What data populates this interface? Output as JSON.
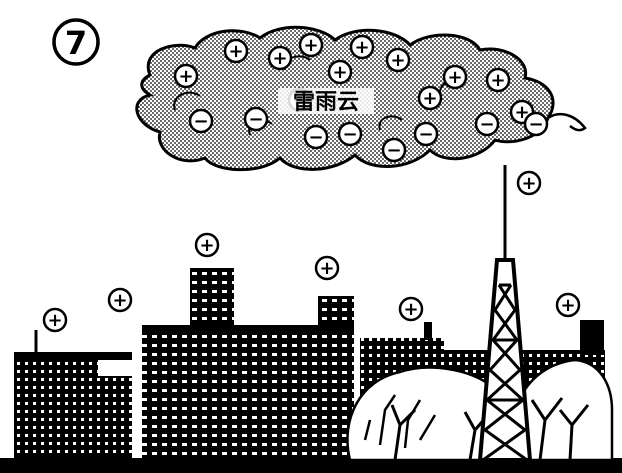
{
  "figure": {
    "number_label": "7",
    "cloud_label": "雷雨云",
    "plus_symbol": "+",
    "minus_symbol": "−"
  },
  "charges": {
    "cloud_positive_count": 11,
    "cloud_negative_count": 9,
    "ground_positive_count": 7
  },
  "colors": {
    "ink": "#000000",
    "paper": "#ffffff"
  },
  "icons": [
    "lightning-rod-tower-icon",
    "building-icon",
    "tree-icon",
    "cloud-icon"
  ]
}
